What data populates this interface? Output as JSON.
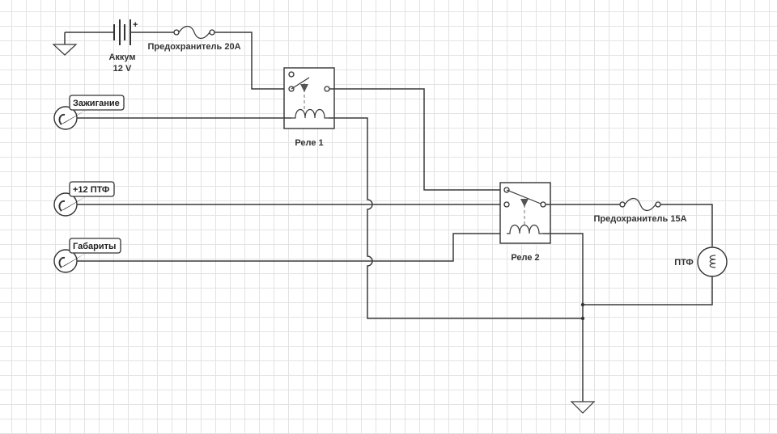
{
  "battery": {
    "label_line1": "Аккум",
    "label_line2": "12 V",
    "plus": "+"
  },
  "fuse1": {
    "label": "Предохранитель 20A"
  },
  "fuse2": {
    "label": "Предохранитель 15A"
  },
  "relay1": {
    "label": "Реле 1"
  },
  "relay2": {
    "label": "Реле 2"
  },
  "inputs": {
    "ignition": "Зажигание",
    "fog_plus": "+12 ПТФ",
    "parking": "Габариты"
  },
  "lamp": {
    "label": "ПТФ"
  }
}
